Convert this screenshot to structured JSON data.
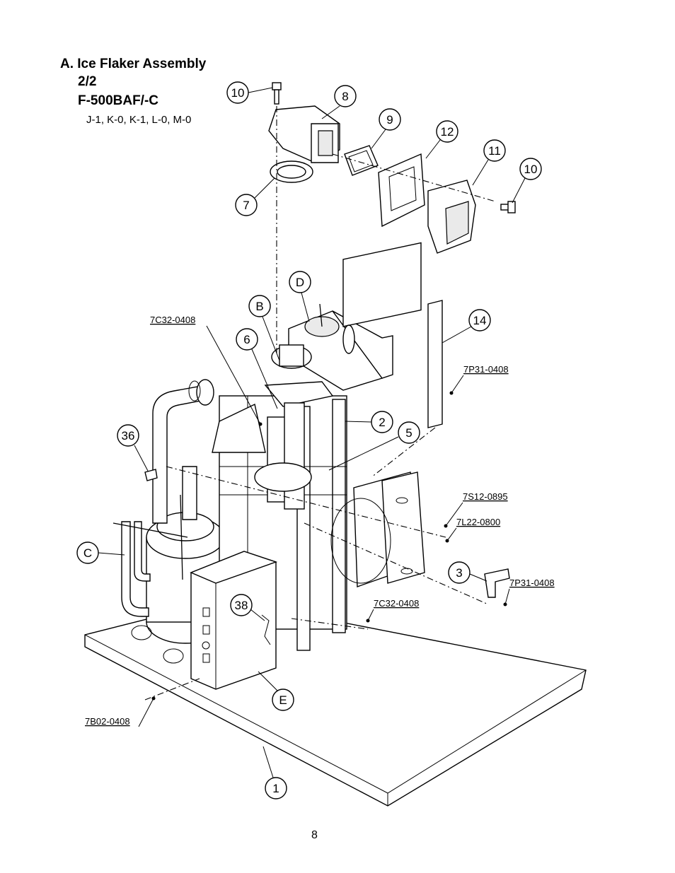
{
  "header": {
    "title": "A. Ice Flaker Assembly",
    "page_part": "2/2",
    "model": "F-500BAF/-C",
    "serial_codes": "J-1, K-0, K-1, L-0, M-0"
  },
  "callouts": {
    "c10a": "10",
    "c8": "8",
    "c9": "9",
    "c12": "12",
    "c11": "11",
    "c10b": "10",
    "c7": "7",
    "cD": "D",
    "cB": "B",
    "c6": "6",
    "c14": "14",
    "c2": "2",
    "c5": "5",
    "c36": "36",
    "cC": "C",
    "c3": "3",
    "c38": "38",
    "cE": "E",
    "c1": "1"
  },
  "codes": {
    "k1": "7C32-0408",
    "k2": "7P31-0408",
    "k3": "7S12-0895",
    "k4": "7L22-0800",
    "k5": "7P31-0408",
    "k6": "7C32-0408",
    "k7": "7B02-0408"
  },
  "footer": {
    "page_number": "8"
  }
}
